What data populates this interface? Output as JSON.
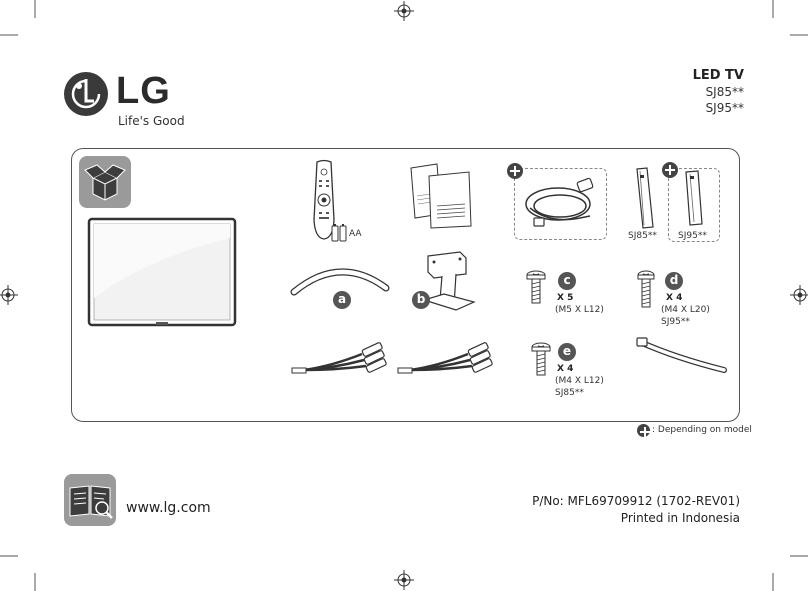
{
  "brand": {
    "name": "LG",
    "tagline": "Life's Good",
    "logo_icon": "lg-face-logo"
  },
  "product": {
    "title": "LED TV",
    "model_1": "SJ85**",
    "model_2": "SJ95**"
  },
  "components": {
    "remote_label": "AA",
    "badge_a": "a",
    "badge_b": "b",
    "badge_c": "c",
    "badge_d": "d",
    "badge_e": "e",
    "screw_c": {
      "qty": "X 5",
      "size": "(M5 X L12)"
    },
    "screw_d": {
      "qty": "X 4",
      "size": "(M4 X L20)",
      "model": "SJ95**"
    },
    "screw_e": {
      "qty": "X 4",
      "size": "(M4 X L12)",
      "model": "SJ85**"
    },
    "bracket_sj85": "SJ85**",
    "bracket_sj95": "SJ95**"
  },
  "note": {
    "text": ": Depending on model",
    "icon": "plus-circle-icon"
  },
  "footer": {
    "website": "www.lg.com",
    "part_number": "P/No: MFL69709912 (1702-REV01)",
    "printed": "Printed in Indonesia",
    "manual_icon": "manual-book-icon"
  }
}
